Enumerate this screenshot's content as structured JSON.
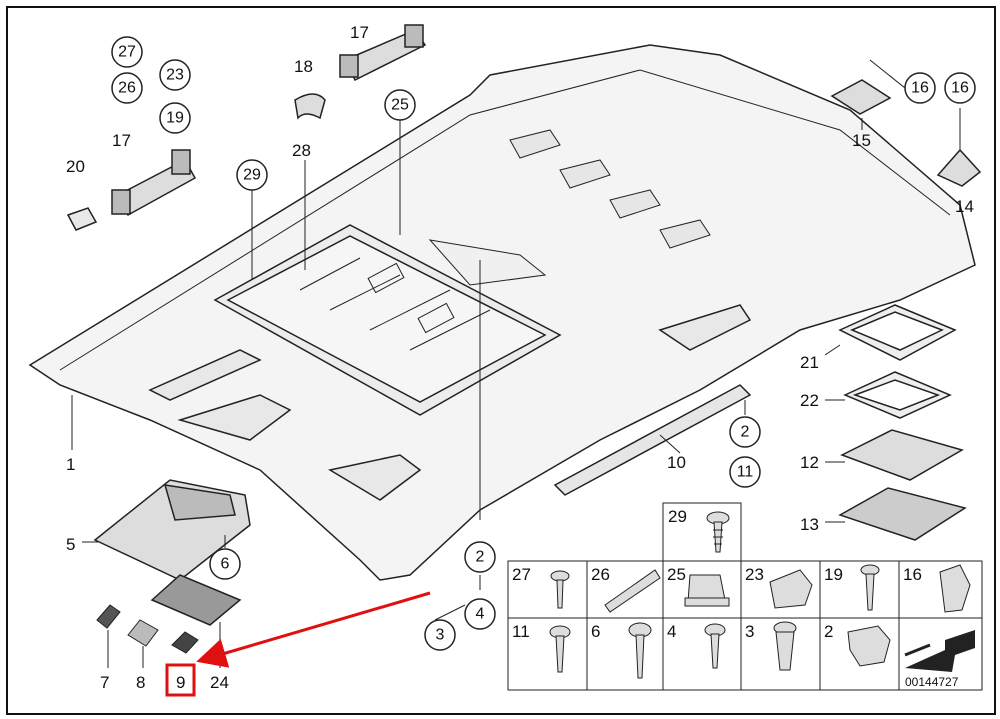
{
  "diagram_code": "00144727",
  "highlight_color": "#e01010",
  "callouts": {
    "p1": "1",
    "p5": "5",
    "p7": "7",
    "p8": "8",
    "p9": "9",
    "p24": "24",
    "p10": "10",
    "p12": "12",
    "p13": "13",
    "p14": "14",
    "p15": "15",
    "p17a": "17",
    "p17b": "17",
    "p18": "18",
    "p20": "20",
    "p21": "21",
    "p22": "22",
    "p28": "28"
  },
  "circled": {
    "c27": "27",
    "c26": "26",
    "c23": "23",
    "c19": "19",
    "c29": "29",
    "c25": "25",
    "c16a": "16",
    "c16b": "16",
    "c2a": "2",
    "c11a": "11",
    "c6": "6",
    "c2b": "2",
    "c4": "4",
    "c3": "3"
  },
  "parts_table": {
    "top": {
      "label": "29",
      "icon": "screw-icon"
    },
    "row1": [
      {
        "label": "27",
        "icon": "screw-icon"
      },
      {
        "label": "26",
        "icon": "clip-strip-icon"
      },
      {
        "label": "25",
        "icon": "clip-icon"
      },
      {
        "label": "23",
        "icon": "bracket-clip-icon"
      },
      {
        "label": "19",
        "icon": "screw-icon"
      },
      {
        "label": "16",
        "icon": "spring-clip-icon"
      }
    ],
    "row2": [
      {
        "label": "11",
        "icon": "screw-icon"
      },
      {
        "label": "6",
        "icon": "screw-icon"
      },
      {
        "label": "4",
        "icon": "screw-icon"
      },
      {
        "label": "3",
        "icon": "nut-icon"
      },
      {
        "label": "2",
        "icon": "expanding-nut-icon"
      },
      {
        "label": "",
        "icon": "arrow-direction-icon"
      }
    ]
  }
}
